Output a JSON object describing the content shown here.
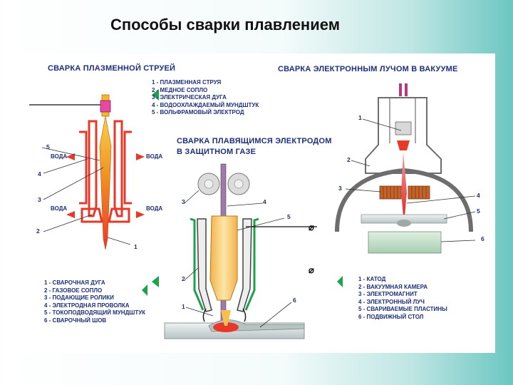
{
  "title": "Способы сварки плавлением",
  "plasma": {
    "heading": "СВАРКА ПЛАЗМЕННОЙ СТРУЕЙ",
    "legend": [
      "1 - ПЛАЗМЕННАЯ СТРУЯ",
      "2 - МЕДНОЕ СОПЛО",
      "3 - ЭЛЕКТРИЧЕСКАЯ ДУГА",
      "4 - ВОДООХЛАЖДАЕМЫЙ МУНДШТУК",
      "5 - ВОЛЬФРАМОВЫЙ ЭЛЕКТРОД"
    ],
    "water_label": "ВОДА",
    "numbers": [
      "1",
      "2",
      "3",
      "4",
      "5"
    ]
  },
  "electrode": {
    "heading_line1": "СВАРКА ПЛАВЯЩИМСЯ ЭЛЕКТРОДОМ",
    "heading_line2": "В ЗАЩИТНОМ ГАЗЕ",
    "legend": [
      "1 - СВАРОЧНАЯ ДУГА",
      "2 - ГАЗОВОЕ СОПЛО",
      "3 - ПОДАЮЩИЕ РОЛИКИ",
      "4 - ЭЛЕКТРОДНАЯ ПРОВОЛКА",
      "5 - ТОКОПОДВОДЯЩИЙ МУНДШТУК",
      "6 - СВАРОЧНЫЙ ШОВ"
    ],
    "numbers": [
      "1",
      "2",
      "3",
      "4",
      "5",
      "6"
    ],
    "symbol": "⌀"
  },
  "ebeam": {
    "heading": "СВАРКА ЭЛЕКТРОННЫМ ЛУЧОМ В ВАКУУМЕ",
    "legend": [
      "1 - КАТОД",
      "2 - ВАКУУМНАЯ КАМЕРА",
      "3 - ЭЛЕКТРОМАГНИТ",
      "4 - ЭЛЕКТРОННЫЙ ЛУЧ",
      "5 - СВАРИВАЕМЫЕ ПЛАСТИНЫ",
      "6 - ПОДВИЖНЫЙ СТОЛ"
    ],
    "numbers": [
      "1",
      "2",
      "3",
      "4",
      "5",
      "6"
    ]
  },
  "colors": {
    "heading": "#1d2f7a",
    "nozzle": "#e8382a",
    "arrow": "#1aa34a",
    "flame": "#f0a020"
  }
}
